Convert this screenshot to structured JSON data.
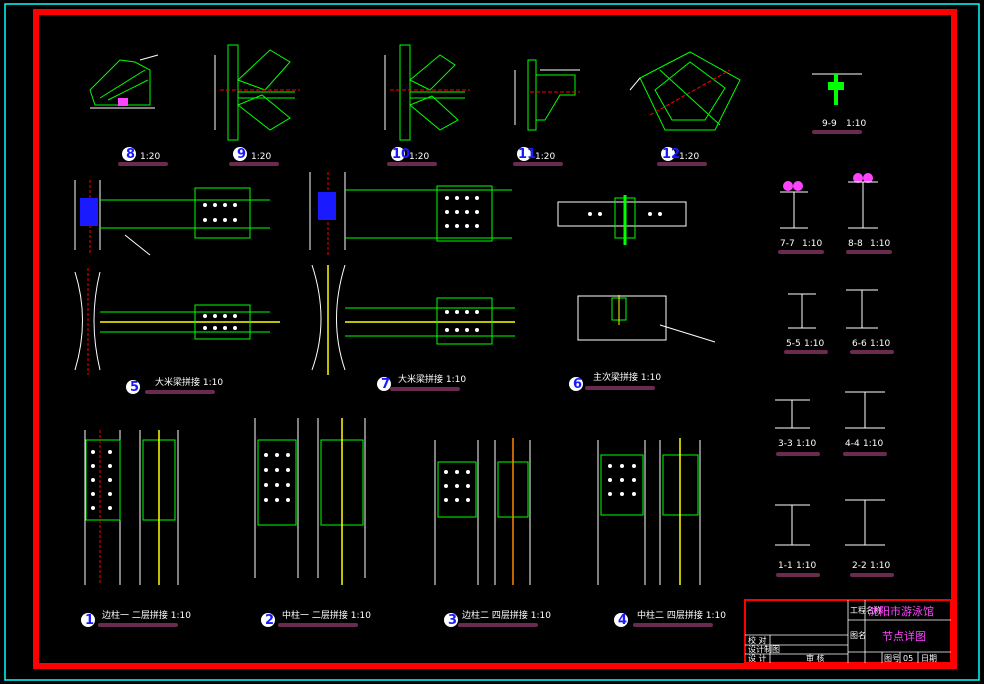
{
  "drawing": {
    "top_details": [
      {
        "num": "8",
        "scale": "1:20"
      },
      {
        "num": "9",
        "scale": "1:20"
      },
      {
        "num": "10",
        "scale": "1:20"
      },
      {
        "num": "11",
        "scale": "1:20"
      },
      {
        "num": "12",
        "scale": "1:20"
      }
    ],
    "section_9": "9-9",
    "section_9_scale": "1:10",
    "mid_details": [
      {
        "num": "5",
        "title": "大米梁拼接 1:10"
      },
      {
        "num": "7",
        "title": "大米梁拼接 1:10"
      },
      {
        "num": "6",
        "title": "主次梁拼接 1:10"
      }
    ],
    "bottom_details": [
      {
        "num": "1",
        "title": "边柱一 二层拼接 1:10"
      },
      {
        "num": "2",
        "title": "中柱一 二层拼接 1:10"
      },
      {
        "num": "3",
        "title": "边柱二 四层拼接 1:10"
      },
      {
        "num": "4",
        "title": "中柱二 四层拼接 1:10"
      }
    ],
    "sections": [
      {
        "name": "7-7",
        "scale": "1:10"
      },
      {
        "name": "8-8",
        "scale": "1:10"
      },
      {
        "name": "5-5",
        "scale": "1:10"
      },
      {
        "name": "6-6",
        "scale": "1:10"
      },
      {
        "name": "3-3",
        "scale": "1:10"
      },
      {
        "name": "4-4",
        "scale": "1:10"
      },
      {
        "name": "1-1",
        "scale": "1:10"
      },
      {
        "name": "2-2",
        "scale": "1:10"
      }
    ]
  },
  "title_block": {
    "project_label": "工程名称",
    "project_name": "沈阳市游泳馆",
    "drawing_label": "图名",
    "drawing_name": "节点详图",
    "row1": "校 对",
    "row2": "设计制图",
    "row3": "设 计",
    "row3b": "审 核",
    "page_label": "图号",
    "page_no": "05",
    "date_label": "日期"
  },
  "colors": {
    "frame_outer": "#00ffff",
    "frame_inner": "#ff0000",
    "lines": "#00ff00",
    "text": "#ffffff",
    "badge": "#ffffff",
    "underline": "#6b2a4f"
  }
}
